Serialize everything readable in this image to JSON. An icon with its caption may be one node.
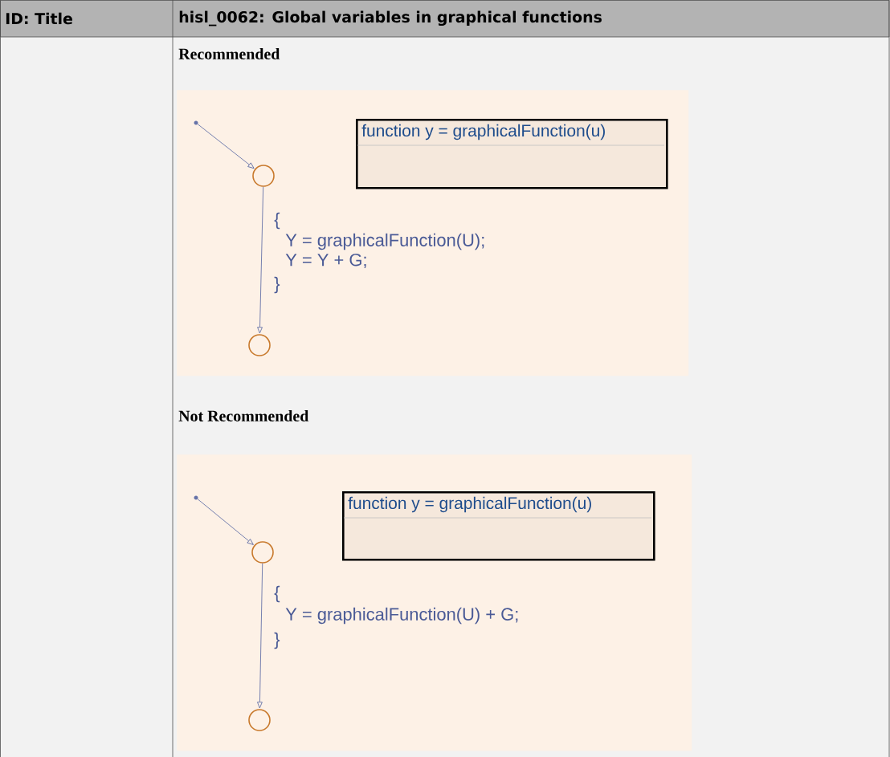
{
  "diagram": {
    "nodes": [
      {
        "text": [],
        "shape": "box"
      },
      {
        "text": [
          "function  y = graphicalFunction(u)"
        ],
        "in": 0
      },
      {
        "text": [],
        "shape": "dot",
        "in": 0
      },
      {
        "text": [],
        "shape": "circle",
        "in": 0
      },
      {
        "text": [],
        "shape": "circle",
        "in": 0
      },
      {
        "text": [],
        "shape": "box"
      },
      {
        "text": [
          "function  y = graphicalFunction(u)"
        ],
        "in": 5
      },
      {
        "text": [],
        "shape": "dot",
        "in": 5
      },
      {
        "text": [],
        "shape": "circle",
        "in": 5
      },
      {
        "text": [],
        "shape": "circle",
        "in": 5
      }
    ],
    "edges": [
      {
        "from": 2,
        "to": 3,
        "arrow": "to"
      },
      {
        "from": 3,
        "to": 4,
        "arrow": "to"
      },
      {
        "from": 7,
        "to": 8,
        "arrow": "to"
      },
      {
        "from": 8,
        "to": 9,
        "arrow": "to"
      }
    ],
    "labels": [
      "ID: Title",
      "hisl_0062: Global variables in graphical functions",
      "Recommended",
      "{",
      "Y = graphicalFunction(U);",
      "Y = Y + G;",
      "}",
      "Not Recommended",
      "{",
      "Y = graphicalFunction(U) + G;",
      "}"
    ]
  }
}
